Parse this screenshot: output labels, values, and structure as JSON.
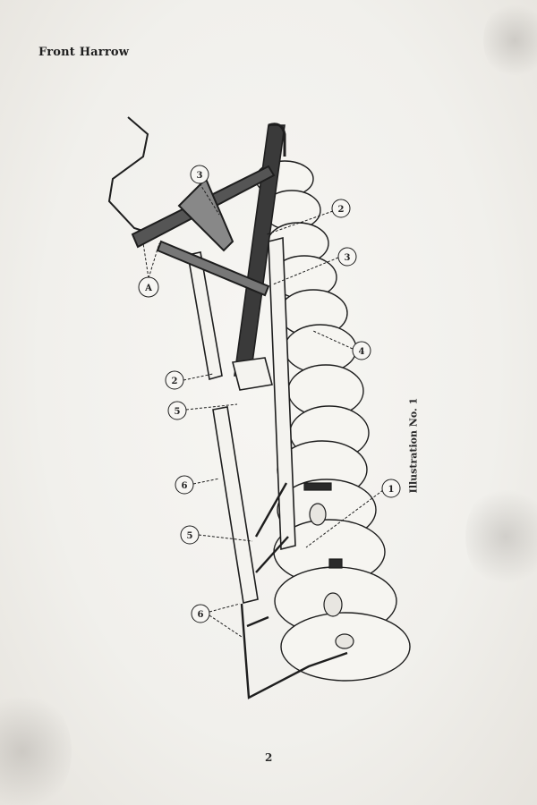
{
  "document": {
    "title": "Front Harrow",
    "caption": "Illustration No. 1",
    "page_number": "2"
  },
  "illustration": {
    "subject": "front-harrow-disc-gang",
    "callouts": [
      "3",
      "2",
      "3",
      "A",
      "4",
      "2",
      "5",
      "6",
      "1",
      "5",
      "6"
    ]
  },
  "colors": {
    "ink": "#1e1e1e",
    "paper": "#f4f3ef"
  }
}
